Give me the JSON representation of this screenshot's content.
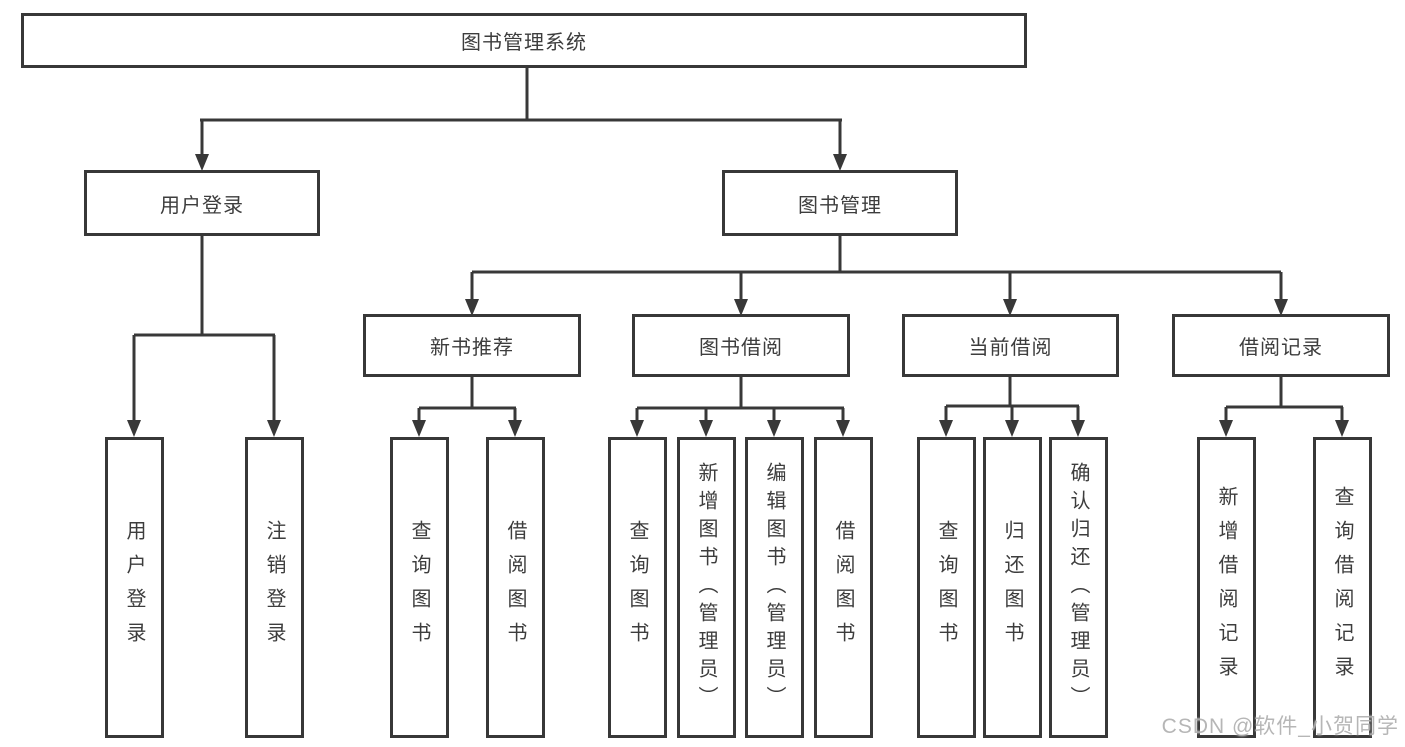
{
  "diagram_title": "图书管理系统",
  "colors": {
    "line": "#383838",
    "box_border": "#383838",
    "text": "#3d3d3d",
    "background": "#ffffff",
    "watermark_text": "#b0b0b0"
  },
  "tree": {
    "root": "图书管理系统",
    "branches": [
      {
        "label": "用户登录",
        "children": [
          "用户登录",
          "注销登录"
        ]
      },
      {
        "label": "图书管理",
        "children": [
          {
            "label": "新书推荐",
            "children": [
              "查询图书",
              "借阅图书"
            ]
          },
          {
            "label": "图书借阅",
            "children": [
              "查询图书",
              "新增图书（管理员）",
              "编辑图书（管理员）",
              "借阅图书"
            ]
          },
          {
            "label": "当前借阅",
            "children": [
              "查询图书",
              "归还图书",
              "确认归还（管理员）"
            ]
          },
          {
            "label": "借阅记录",
            "children": [
              "新增借阅记录",
              "查询借阅记录"
            ]
          }
        ]
      }
    ]
  },
  "watermark": "CSDN @软件_小贺同学"
}
